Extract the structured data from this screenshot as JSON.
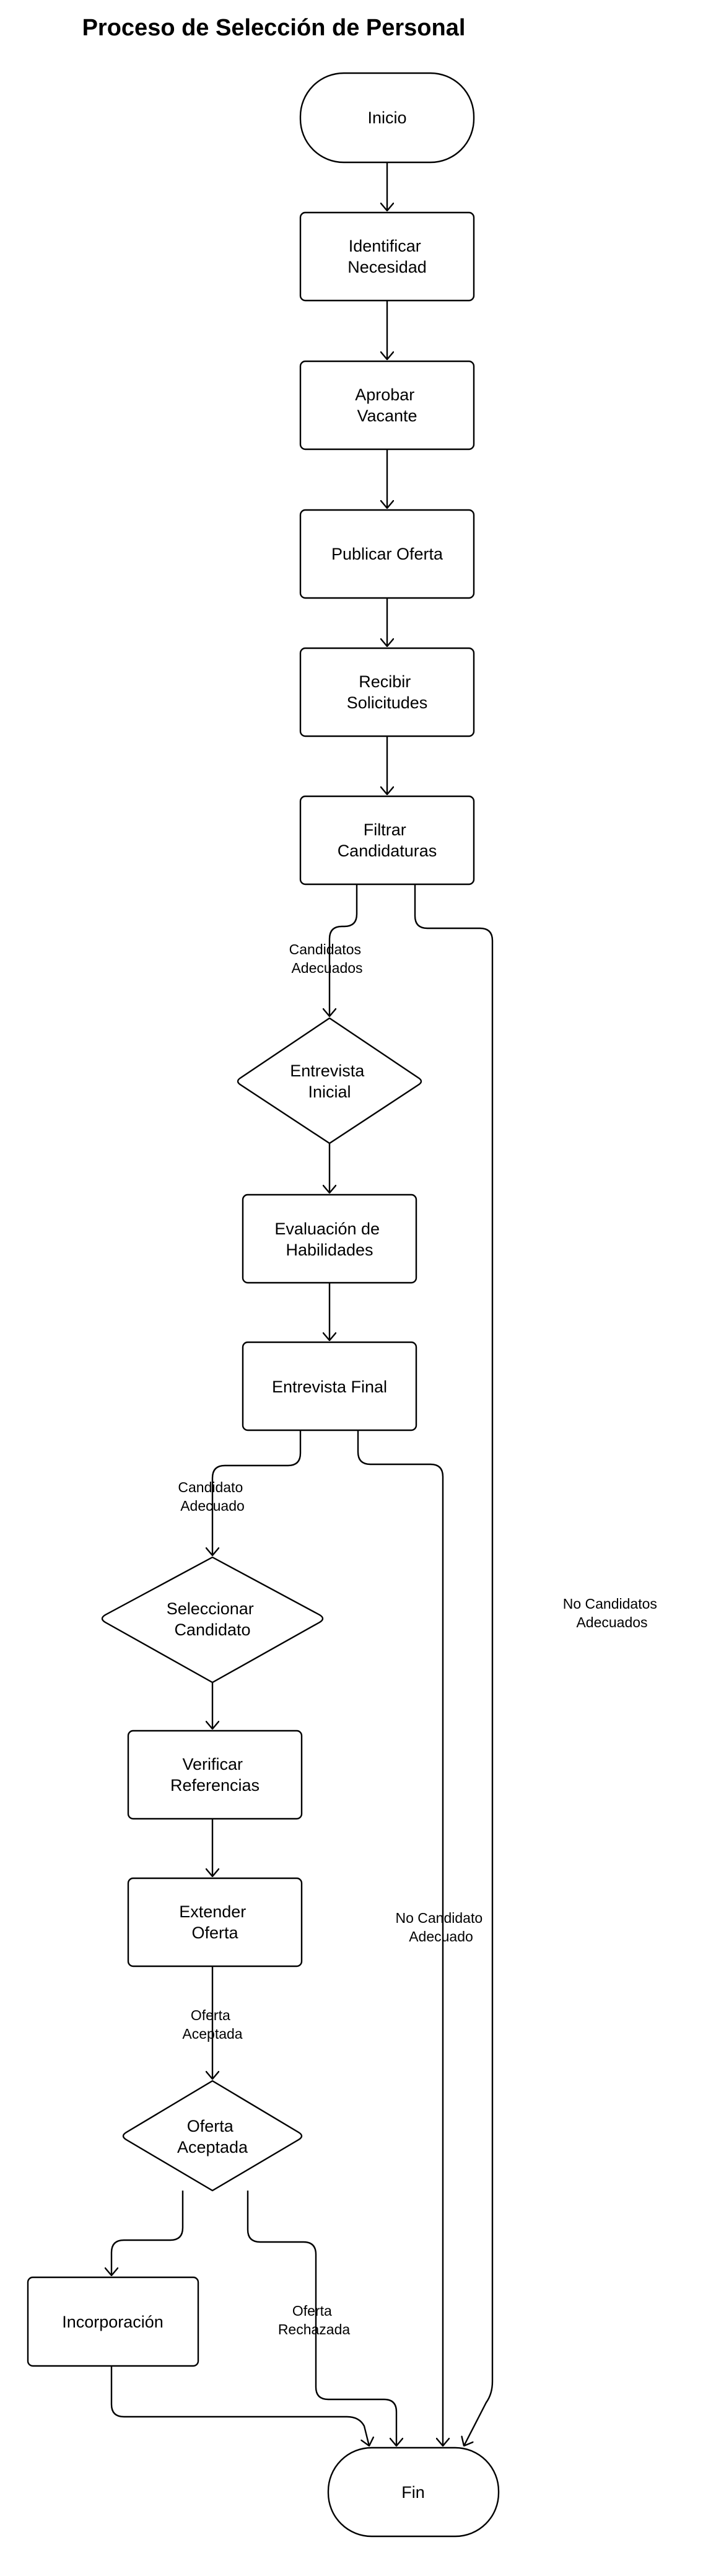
{
  "title": "Proceso de Selección de Personal",
  "nodes": {
    "inicio": [
      "Inicio"
    ],
    "identificar": [
      "Identificar",
      "Necesidad"
    ],
    "aprobar": [
      "Aprobar",
      "Vacante"
    ],
    "publicar": [
      "Publicar Oferta"
    ],
    "recibir": [
      "Recibir",
      "Solicitudes"
    ],
    "filtrar": [
      "Filtrar",
      "Candidaturas"
    ],
    "entrevista_inicial": [
      "Entrevista",
      "Inicial"
    ],
    "evaluacion": [
      "Evaluación de",
      "Habilidades"
    ],
    "entrevista_final": [
      "Entrevista Final"
    ],
    "seleccionar": [
      "Seleccionar",
      "Candidato"
    ],
    "verificar": [
      "Verificar",
      "Referencias"
    ],
    "extender": [
      "Extender",
      "Oferta"
    ],
    "oferta_aceptada": [
      "Oferta",
      "Aceptada"
    ],
    "incorporacion": [
      "Incorporación"
    ],
    "fin": [
      "Fin"
    ]
  },
  "edge_labels": {
    "candidatos_adecuados": [
      "Candidatos",
      "Adecuados"
    ],
    "no_candidatos_adecuados": [
      "No Candidatos",
      "Adecuados"
    ],
    "candidato_adecuado": [
      "Candidato",
      "Adecuado"
    ],
    "no_candidato_adecuado": [
      "No Candidato",
      "Adecuado"
    ],
    "oferta_aceptada": [
      "Oferta",
      "Aceptada"
    ],
    "oferta_rechazada": [
      "Oferta",
      "Rechazada"
    ]
  }
}
